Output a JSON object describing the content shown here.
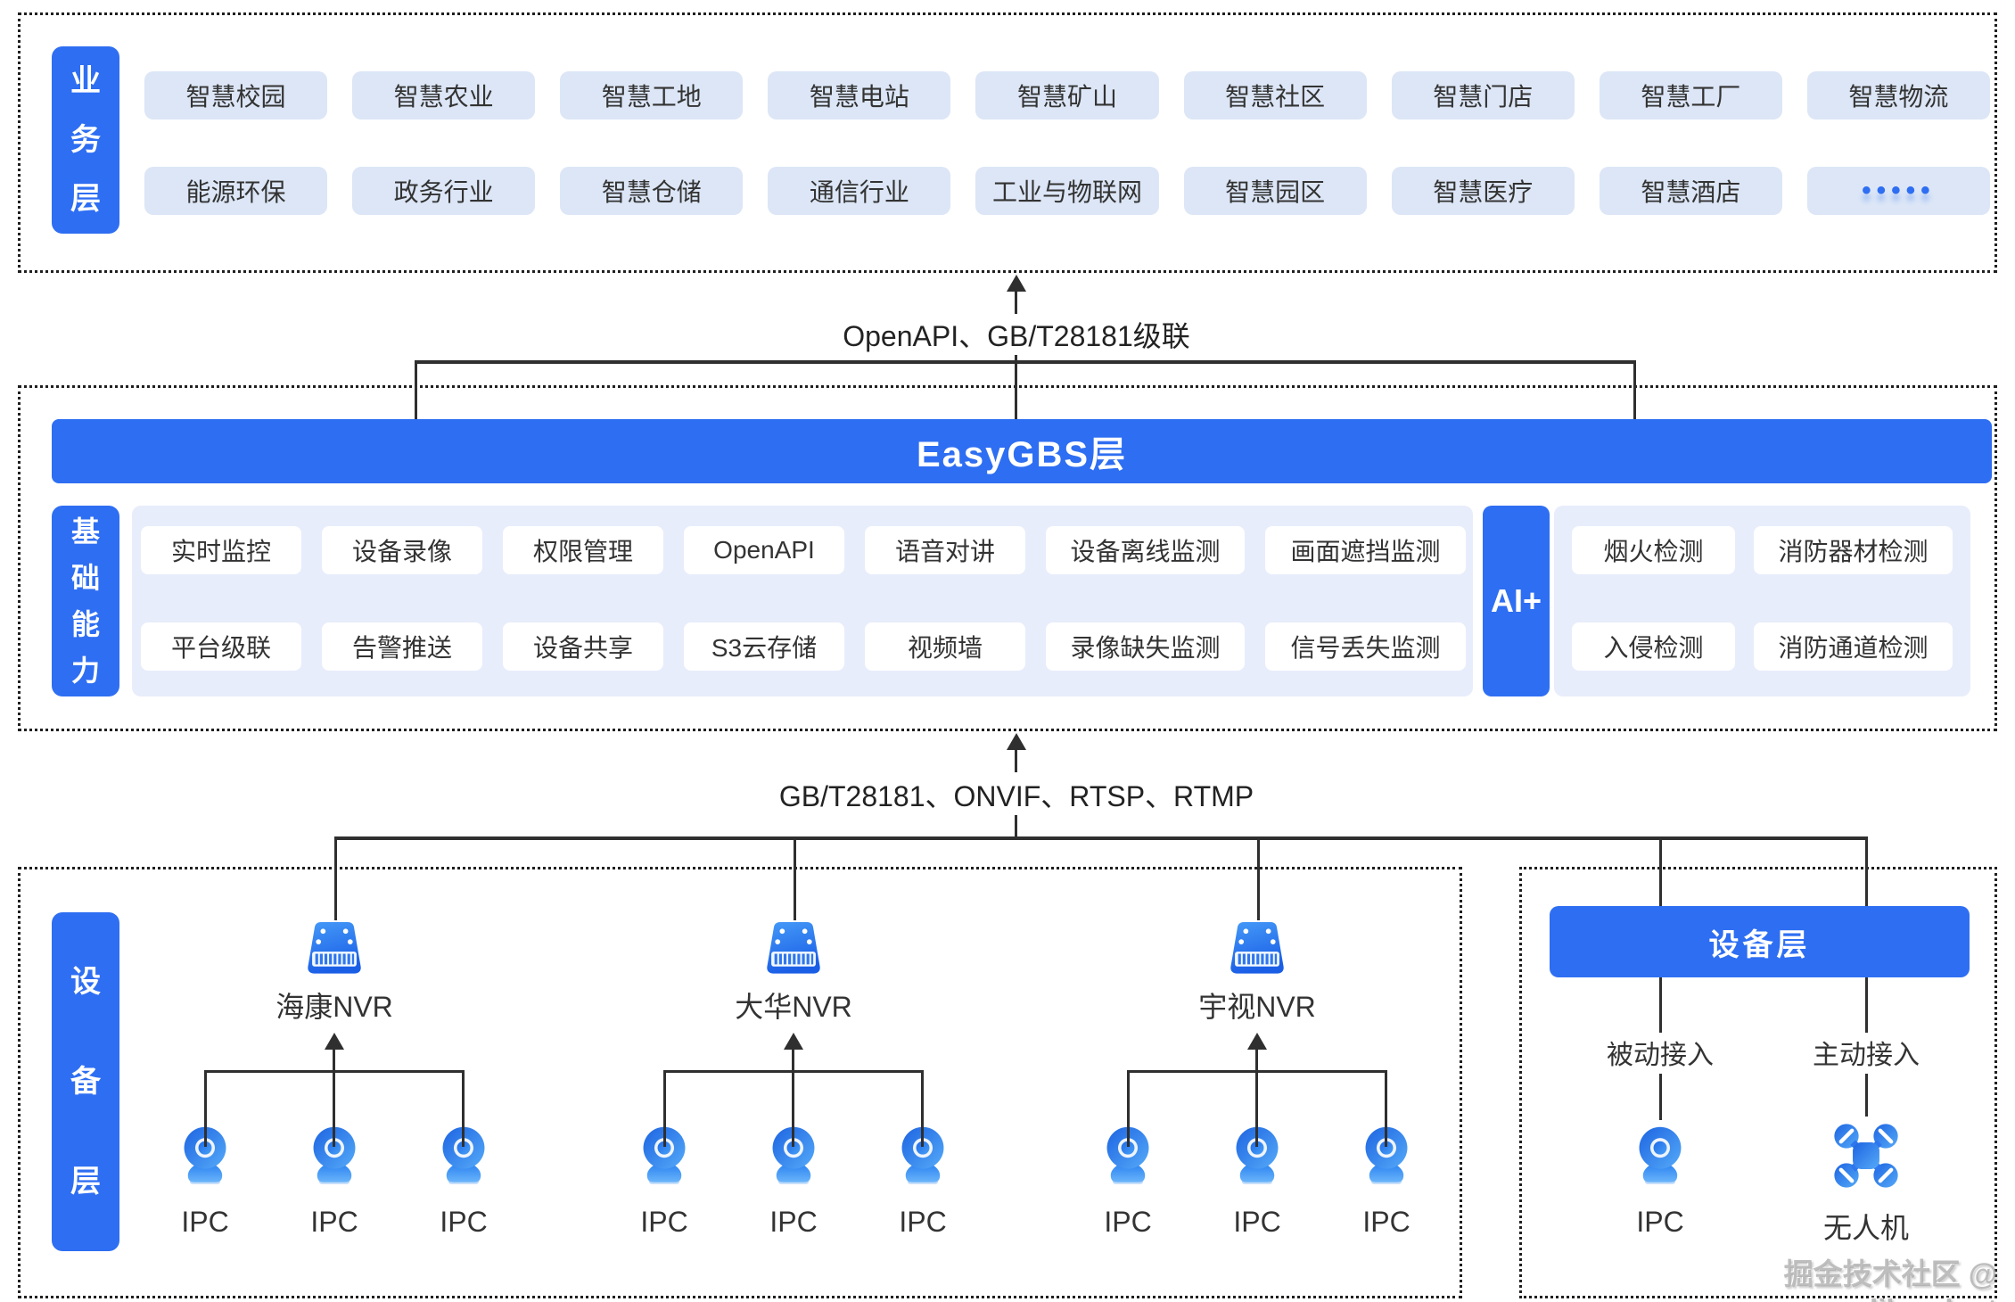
{
  "colors": {
    "primary_blue": "#2e6ef2",
    "chip_bg": "#dce6f6",
    "panel_bg": "#e8edfb",
    "card_bg": "#ffffff",
    "line": "#2f2f2f",
    "text_dark": "#333333"
  },
  "business_layer": {
    "label": "业务层",
    "row1": [
      "智慧校园",
      "智慧农业",
      "智慧工地",
      "智慧电站",
      "智慧矿山",
      "智慧社区",
      "智慧门店",
      "智慧工厂",
      "智慧物流"
    ],
    "row2": [
      "能源环保",
      "政务行业",
      "智慧仓储",
      "通信行业",
      "工业与物联网",
      "智慧园区",
      "智慧医疗",
      "智慧酒店",
      "•••••"
    ]
  },
  "link_top": {
    "label": "OpenAPI、GB/T28181级联"
  },
  "gbs_layer": {
    "title": "EasyGBS层"
  },
  "capabilities": {
    "label": "基础能力",
    "row1": [
      "实时监控",
      "设备录像",
      "权限管理",
      "OpenAPI",
      "语音对讲",
      "设备离线监测",
      "画面遮挡监测"
    ],
    "row2": [
      "平台级联",
      "告警推送",
      "设备共享",
      "S3云存储",
      "视频墙",
      "录像缺失监测",
      "信号丢失监测"
    ]
  },
  "ai": {
    "label": "AI+",
    "row1": [
      "烟火检测",
      "消防器材检测"
    ],
    "row2": [
      "入侵检测",
      "消防通道检测"
    ]
  },
  "link_bottom": {
    "label": "GB/T28181、ONVIF、RTSP、RTMP"
  },
  "device_layer": {
    "label": "设备层",
    "nvr_groups": [
      {
        "name": "海康NVR",
        "cameras": [
          "IPC",
          "IPC",
          "IPC"
        ]
      },
      {
        "name": "大华NVR",
        "cameras": [
          "IPC",
          "IPC",
          "IPC"
        ]
      },
      {
        "name": "宇视NVR",
        "cameras": [
          "IPC",
          "IPC",
          "IPC"
        ]
      }
    ]
  },
  "access_panel": {
    "header": "设备层",
    "passive": {
      "label": "被动接入",
      "device": "IPC"
    },
    "active": {
      "label": "主动接入",
      "device": "无人机"
    }
  },
  "watermark": "掘金技术社区 @ likeadust"
}
